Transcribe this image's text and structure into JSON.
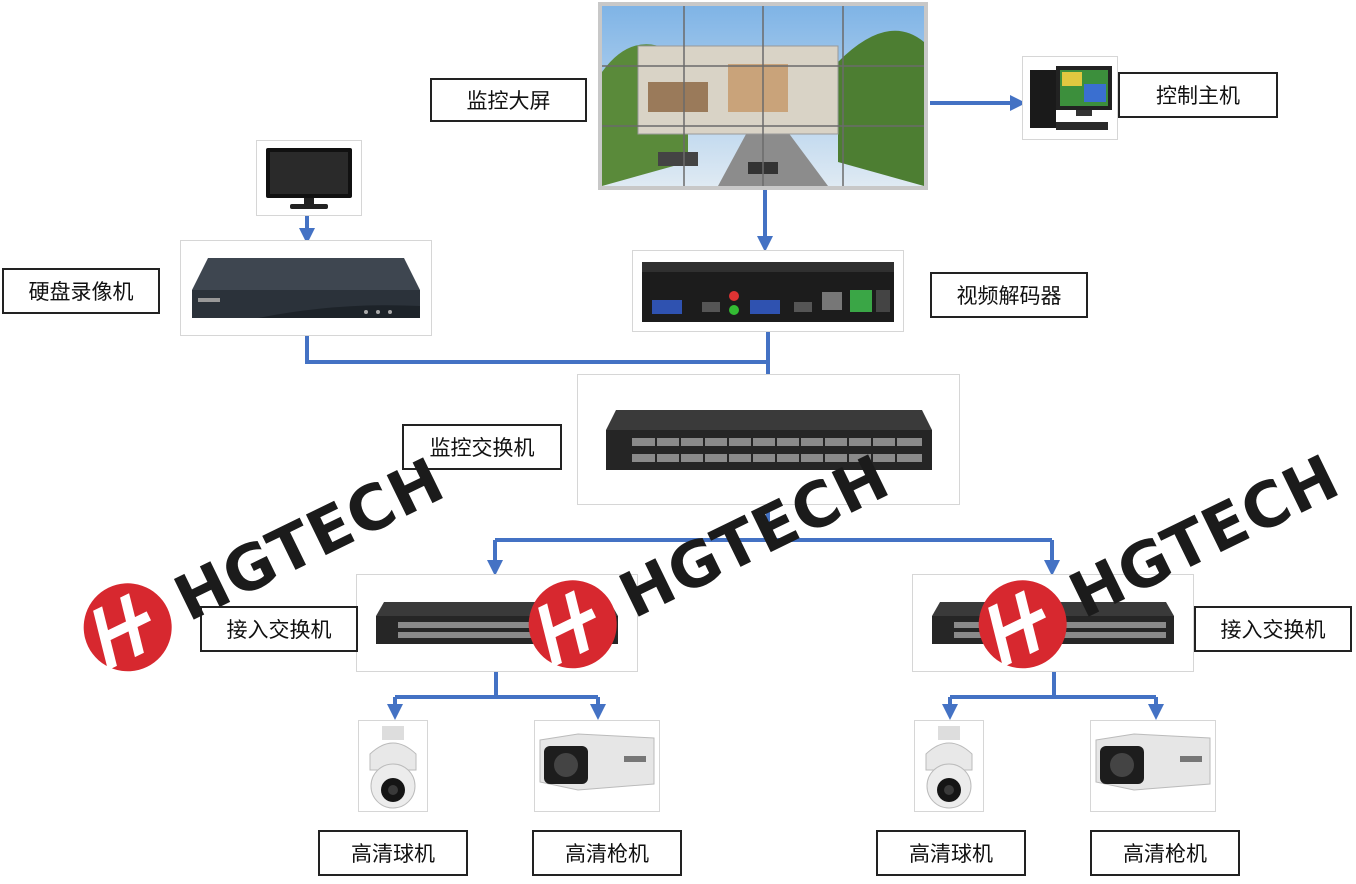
{
  "colors": {
    "line": "#4472c4",
    "label_border": "#222222",
    "logo_red": "#d7282f"
  },
  "labels": {
    "video_wall": "监控大屏",
    "control_host": "控制主机",
    "nvr": "硬盘录像机",
    "decoder": "视频解码器",
    "core_switch": "监控交换机",
    "access_switch_left": "接入交换机",
    "access_switch_right": "接入交换机",
    "dome_left": "高清球机",
    "bullet_left": "高清枪机",
    "dome_right": "高清球机",
    "bullet_right": "高清枪机"
  },
  "watermark": {
    "text": "HGTECH",
    "icon": "hgtech-logo-icon"
  },
  "devices": {
    "video_wall": "video-wall-icon",
    "control_host": "desktop-computer-icon",
    "monitor": "monitor-icon",
    "nvr": "nvr-icon",
    "decoder": "video-decoder-icon",
    "core_switch": "network-switch-icon",
    "access_switch": "network-switch-icon",
    "dome_camera": "dome-camera-icon",
    "bullet_camera": "bullet-camera-icon"
  }
}
